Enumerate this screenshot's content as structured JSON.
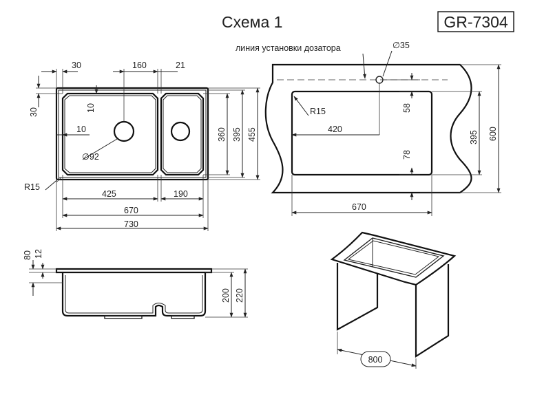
{
  "title": "Схема 1",
  "model": "GR-7304",
  "labels": {
    "dispenser_line": "линия установки дозатора",
    "dispenser_hole": "∅35",
    "drain_diameter": "∅92",
    "radius_top": "R15",
    "radius_cutout": "R15"
  },
  "top_view": {
    "d30_top": "30",
    "d160": "160",
    "d21": "21",
    "d30_left": "30",
    "d10_v": "10",
    "d10_h": "10",
    "d360": "360",
    "d395": "395",
    "d455": "455",
    "d425": "425",
    "d190": "190",
    "d670": "670",
    "d730": "730"
  },
  "cutout_view": {
    "d420": "420",
    "d58": "58",
    "d78": "78",
    "d395": "395",
    "d600": "600",
    "d670": "670"
  },
  "side_view": {
    "d80": "80",
    "d12": "12",
    "d200": "200",
    "d220": "220"
  },
  "cabinet_view": {
    "d800": "800"
  }
}
